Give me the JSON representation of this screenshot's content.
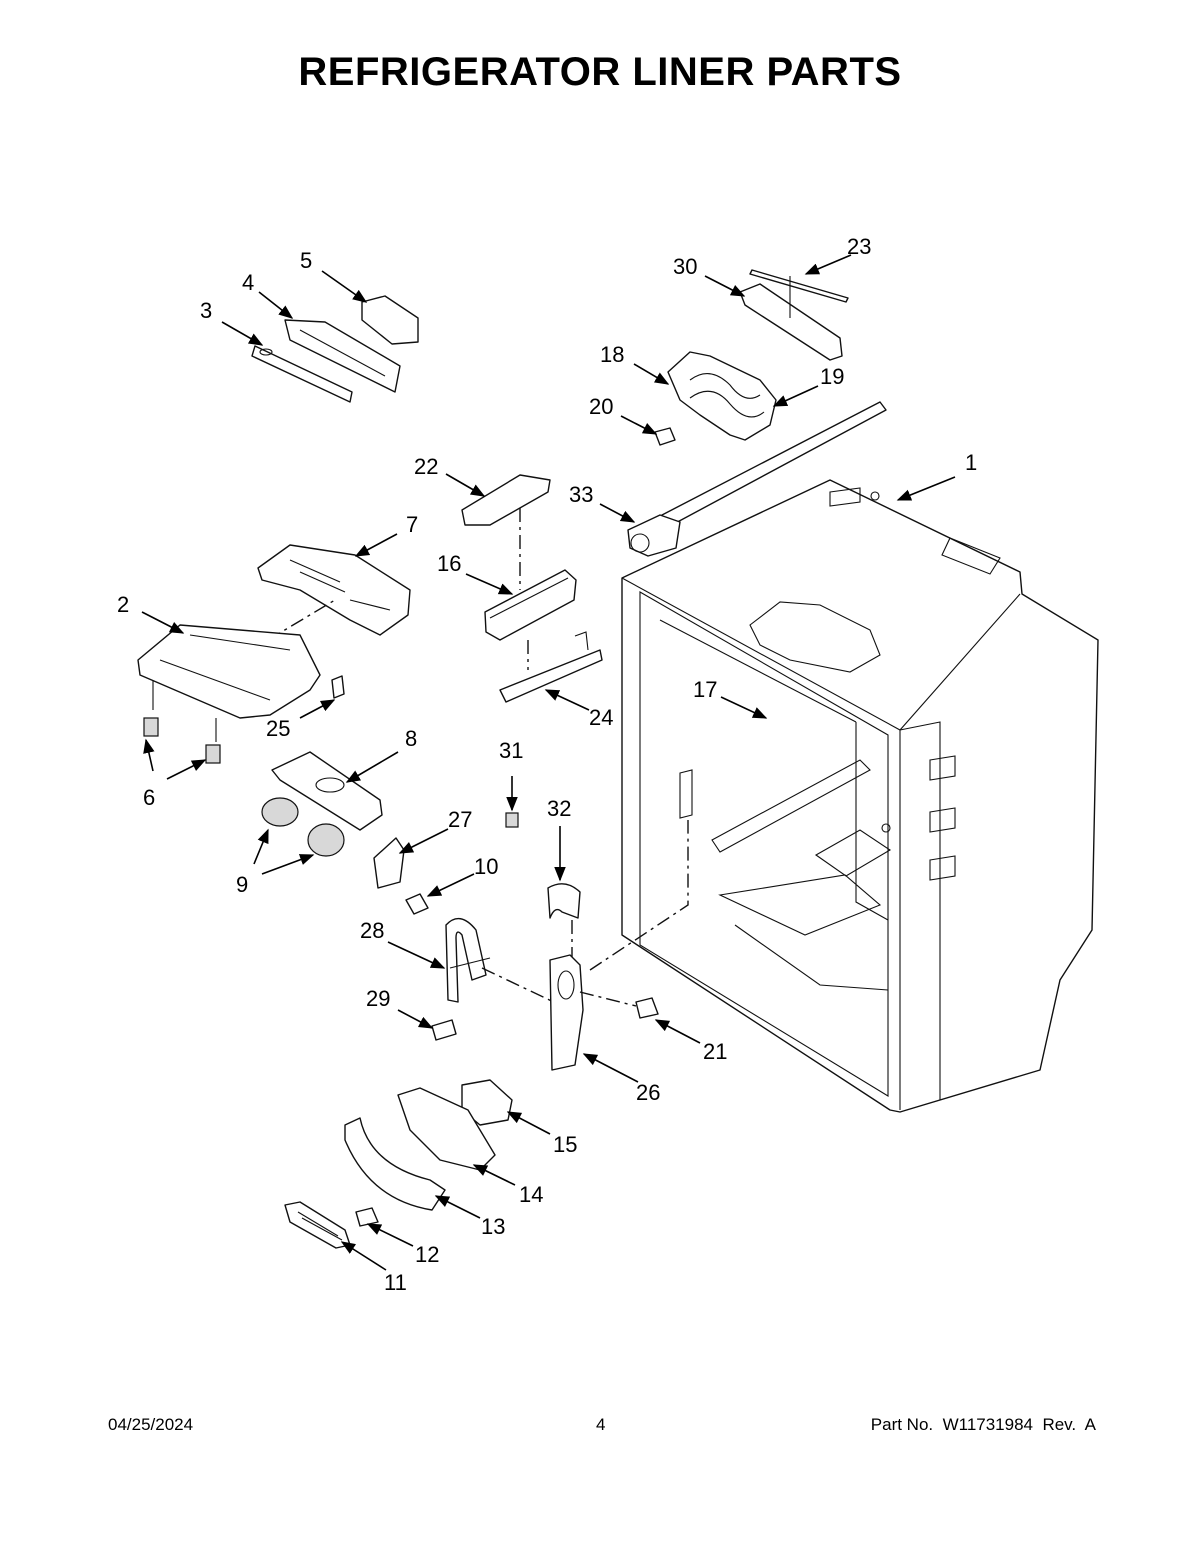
{
  "page": {
    "title": "REFRIGERATOR LINER PARTS"
  },
  "footer": {
    "date": "04/25/2024",
    "page_number": "4",
    "part_no": "Part No.  W11731984  Rev.  A"
  },
  "callouts": {
    "c1": "1",
    "c2": "2",
    "c3": "3",
    "c4": "4",
    "c5": "5",
    "c6": "6",
    "c7": "7",
    "c8": "8",
    "c9": "9",
    "c10": "10",
    "c11": "11",
    "c12": "12",
    "c13": "13",
    "c14": "14",
    "c15": "15",
    "c16": "16",
    "c17": "17",
    "c18": "18",
    "c19": "19",
    "c20": "20",
    "c21": "21",
    "c22": "22",
    "c23": "23",
    "c24": "24",
    "c25": "25",
    "c26": "26",
    "c27": "27",
    "c28": "28",
    "c29": "29",
    "c30": "30",
    "c31": "31",
    "c32": "32",
    "c33": "33"
  }
}
